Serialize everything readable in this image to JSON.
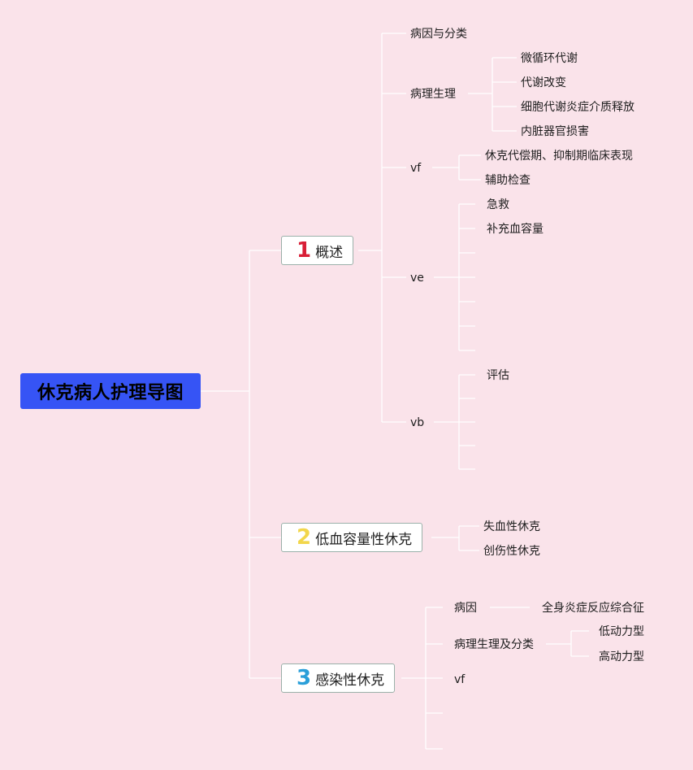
{
  "colors": {
    "background": "#fae3ea",
    "root_fill": "#3654f5",
    "line": "#ffffff",
    "branch_border": "#9bb1aa",
    "num1": "#d81e36",
    "num2": "#f2d64b",
    "num3": "#2a9fd9"
  },
  "root": {
    "title": "休克病人护理导图"
  },
  "branches": [
    {
      "num": "1",
      "label": "概述",
      "children": [
        {
          "label": "病因与分类"
        },
        {
          "label": "病理生理",
          "children": [
            "微循环代谢",
            "代谢改变",
            "细胞代谢炎症介质释放",
            "内脏器官损害"
          ]
        },
        {
          "label": "vf",
          "children": [
            "休克代偿期、抑制期临床表现",
            "辅助检查"
          ]
        },
        {
          "label": "ve",
          "children": [
            "急救",
            "补充血容量",
            "",
            "",
            "",
            "",
            ""
          ]
        },
        {
          "label": "vb",
          "children": [
            "评估",
            "",
            "",
            "",
            ""
          ]
        }
      ]
    },
    {
      "num": "2",
      "label": "低血容量性休克",
      "children": [
        {
          "label": "失血性休克"
        },
        {
          "label": "创伤性休克"
        }
      ]
    },
    {
      "num": "3",
      "label": "感染性休克",
      "children": [
        {
          "label": "病因",
          "children": [
            "全身炎症反应综合征"
          ]
        },
        {
          "label": "病理生理及分类",
          "children": [
            "低动力型",
            "高动力型"
          ]
        },
        {
          "label": "vf"
        },
        {
          "label": ""
        },
        {
          "label": ""
        }
      ]
    }
  ]
}
